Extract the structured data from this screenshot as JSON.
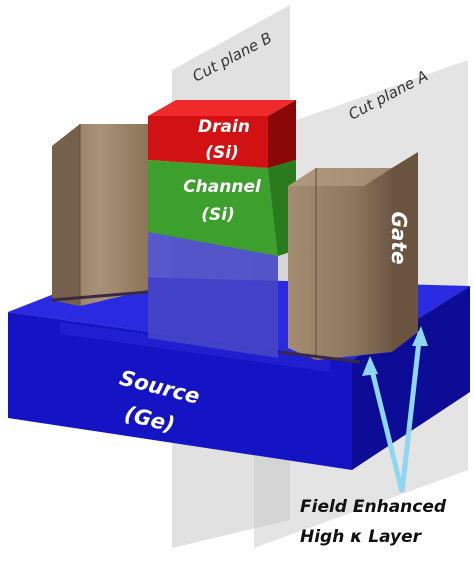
{
  "labels": {
    "cut_plane_b": "Cut plane B",
    "cut_plane_a": "Cut plane A",
    "drain_line1": "Drain",
    "drain_line2": "(Si)",
    "channel_line1": "Channel",
    "channel_line2": "(Si)",
    "gate": "Gate",
    "source_line1": "Source",
    "source_line2": "(Ge)",
    "callout_line1": "Field Enhanced",
    "callout_line2": "High κ Layer"
  },
  "colors": {
    "background": "#ffffff",
    "cut_plane": "#c8c8c8",
    "source_front": "#1212c8",
    "source_top": "#2a2ae6",
    "source_side": "#0b0b8a",
    "drain_front": "#d01010",
    "drain_top": "#ee2a2a",
    "channel_front": "#3aa02a",
    "gate_front": "#a08a70",
    "gate_side": "#7a6450",
    "arrow": "#8fd6f0",
    "label_text": "#ffffff"
  }
}
